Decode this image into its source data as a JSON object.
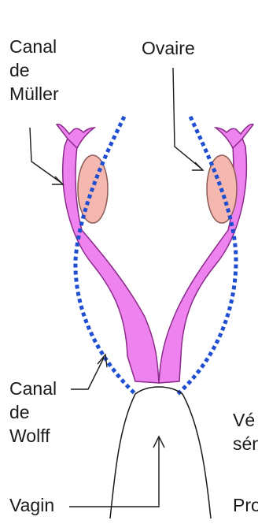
{
  "labels": {
    "canal_muller": [
      "Canal",
      "de",
      "Müller"
    ],
    "ovaire": "Ovaire",
    "canal_wolff": [
      "Canal",
      "de",
      "Wolff"
    ],
    "vagin": "Vagin",
    "vesicule_partial": [
      "Vé",
      "sén"
    ],
    "pro_partial": "Pro"
  },
  "colors": {
    "muller_duct": "#ee82ee",
    "muller_outline": "#8a2a8a",
    "ovary_fill": "#f5b8b0",
    "ovary_outline": "#8a5a55",
    "wolff_duct": "#1f4fd0",
    "outline": "#1a1a1a"
  }
}
